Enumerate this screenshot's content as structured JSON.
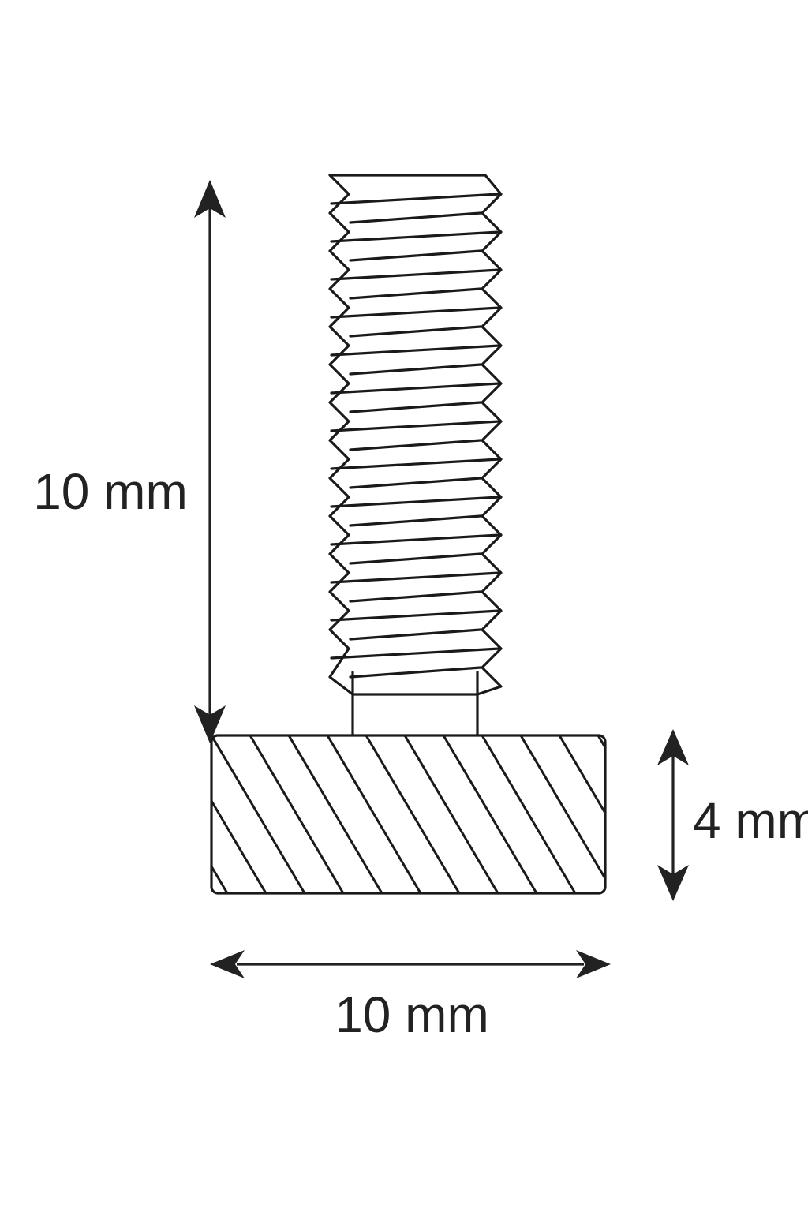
{
  "dimensions": {
    "height_label": "10 mm",
    "base_height_label": "4 mm",
    "base_width_label": "10 mm"
  },
  "colors": {
    "line": "#1a1a1a",
    "background": "#ffffff"
  }
}
